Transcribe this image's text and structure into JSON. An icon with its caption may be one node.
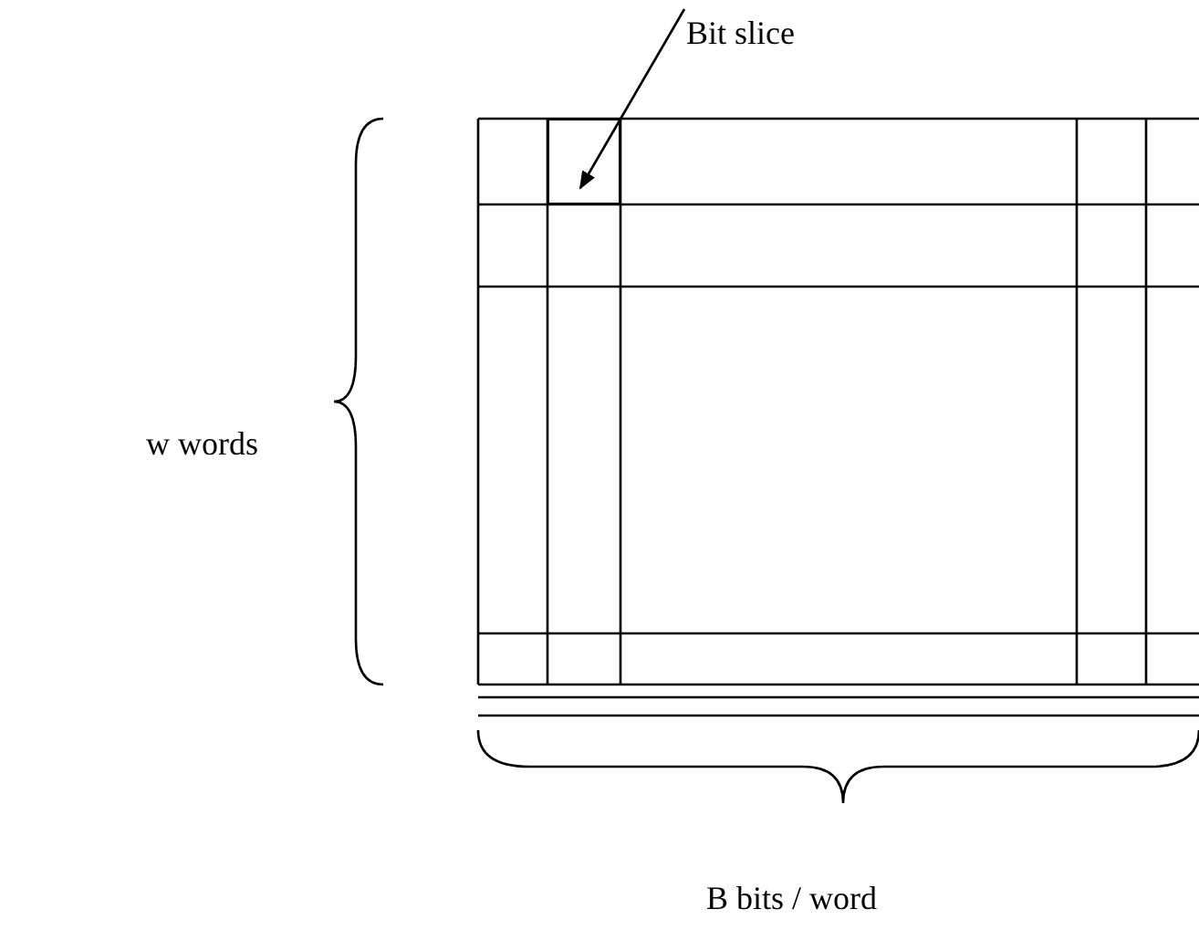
{
  "diagram": {
    "nodes": [
      {
        "text": [
          "Bit slice"
        ]
      },
      {
        "text": [],
        "shape": "box"
      }
    ],
    "edges": [
      {
        "from": 0,
        "to": 1,
        "arrow": "to"
      }
    ],
    "labels": [
      "w words",
      "B bits / word"
    ]
  }
}
